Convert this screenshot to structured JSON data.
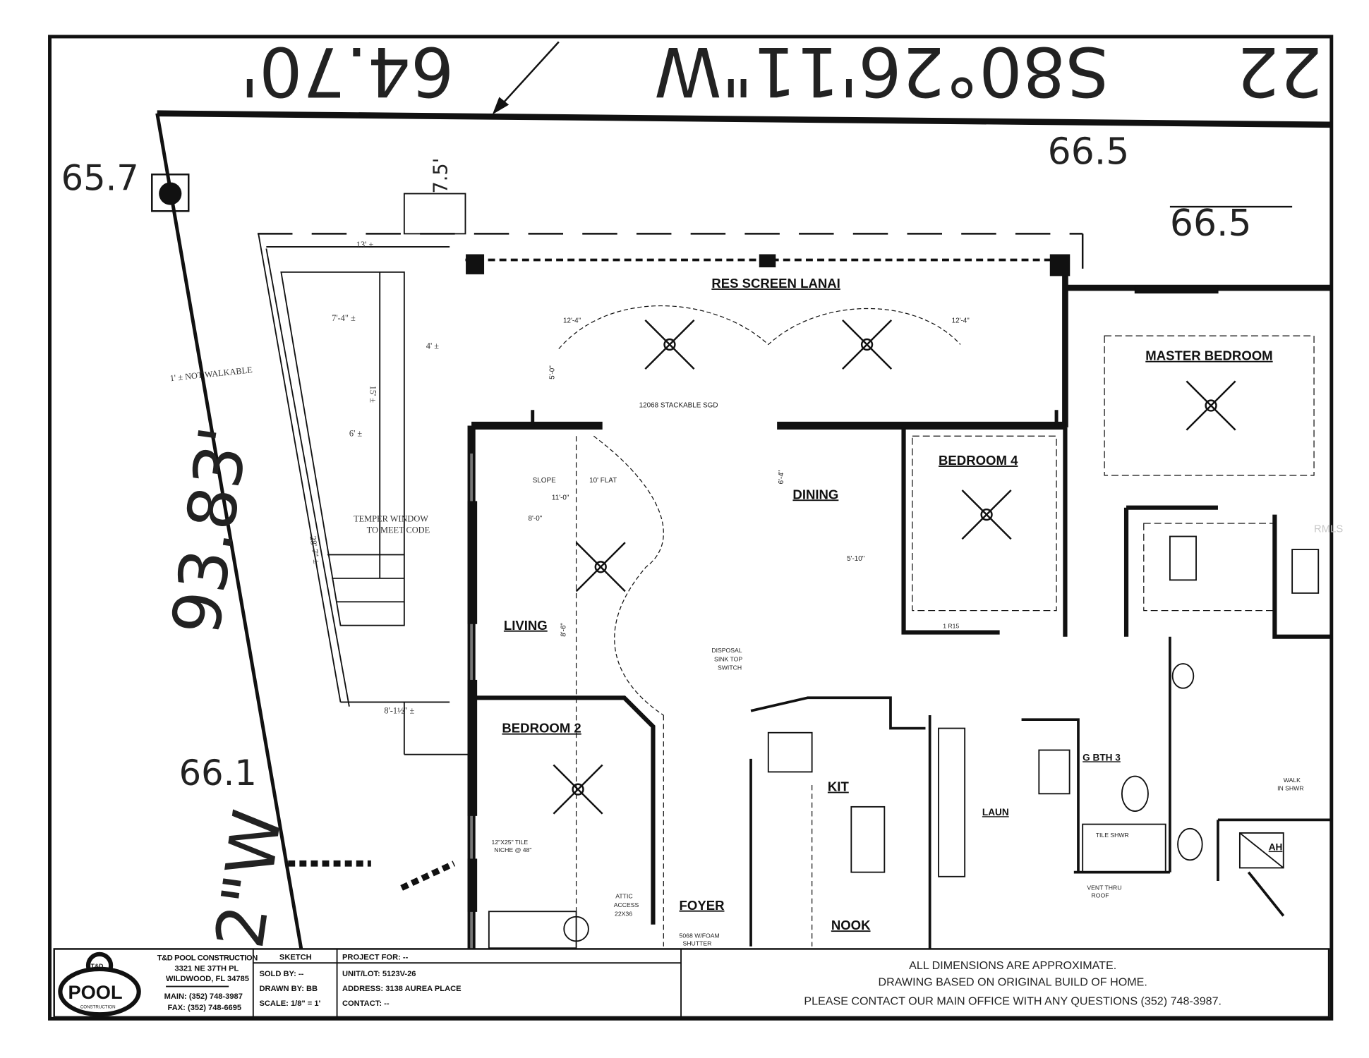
{
  "survey": {
    "bearing_top": "S80°26'11\"W",
    "distance_top": "64.70'",
    "lot_number": "22",
    "distance_left": "93.83'",
    "bearing_bottom_left": "2\"W",
    "elevations": [
      "65.7",
      "66.5",
      "66.5",
      "66.1"
    ],
    "setback": "7.5'"
  },
  "pool": {
    "dims": [
      "13' ±",
      "7'-4\" ±",
      "4' ±",
      "15' ±",
      "6' ±",
      "28'-7\" ±",
      "8'-1½\" ±"
    ],
    "note_not_walkable": "1' ± NOT WALKABLE",
    "note_temper": [
      "TEMPER WINDOW",
      "TO MEET CODE"
    ]
  },
  "rooms": {
    "lanai": "RES SCREEN LANAI",
    "master": "MASTER BEDROOM",
    "bedroom4": "BEDROOM 4",
    "dining": "DINING",
    "living": "LIVING",
    "bedroom2": "BEDROOM 2",
    "kitchen": "KIT",
    "nook": "NOOK",
    "foyer": "FOYER",
    "laundry": "LAUN",
    "bath3": "G BTH 3",
    "ah": "AH"
  },
  "notes": {
    "stackable": "12068 STACKABLE SGD",
    "lanai_dims": [
      "12'-4\"",
      "12'-4\"",
      "5'-0\""
    ],
    "slope": "SLOPE",
    "flat": "10' FLAT",
    "living_dims": [
      "11'-0\"",
      "8'-0\"",
      "8'-6\""
    ],
    "dining_dims": [
      "5'-10\"",
      "6'-4\""
    ],
    "disposal": [
      "DISPOSAL",
      "SINK TOP",
      "SWITCH"
    ],
    "tile_niche": [
      "12\"X25\" TILE",
      "NICHE @ 48\""
    ],
    "attic": [
      "ATTIC",
      "ACCESS",
      "22X36"
    ],
    "shutter": [
      "5068 W/FOAM",
      "SHUTTER"
    ],
    "walk_in": [
      "WALK",
      "IN SHWR"
    ],
    "vent": [
      "VENT THRU",
      "ROOF"
    ],
    "tile_shwr": "TILE SHWR",
    "r15": "1 R15",
    "watermark": "RMLS"
  },
  "title_block": {
    "company": {
      "logo_text": [
        "T&D",
        "POOL",
        "CONSTRUCTION"
      ],
      "name": "T&D POOL CONSTRUCTION",
      "address1": "3321 NE 37TH PL",
      "address2": "WILDWOOD, FL 34785",
      "main": "MAIN: (352) 748-3987",
      "fax": "FAX: (352) 748-6695"
    },
    "sketch": {
      "header": "SKETCH",
      "sold_by": "SOLD BY: --",
      "drawn_by": "DRAWN BY: BB",
      "scale": "SCALE: 1/8\" = 1'"
    },
    "project": {
      "project_for": "PROJECT FOR: --",
      "unit_lot": "UNIT/LOT: 5123V-26",
      "address": "ADDRESS: 3138 AUREA PLACE",
      "contact": "CONTACT: --"
    },
    "disclaimer": [
      "ALL DIMENSIONS ARE APPROXIMATE.",
      "DRAWING BASED ON ORIGINAL BUILD OF HOME.",
      "PLEASE CONTACT OUR MAIN OFFICE WITH ANY QUESTIONS (352) 748-3987."
    ]
  },
  "colors": {
    "ink": "#111111",
    "paper": "#ffffff"
  }
}
